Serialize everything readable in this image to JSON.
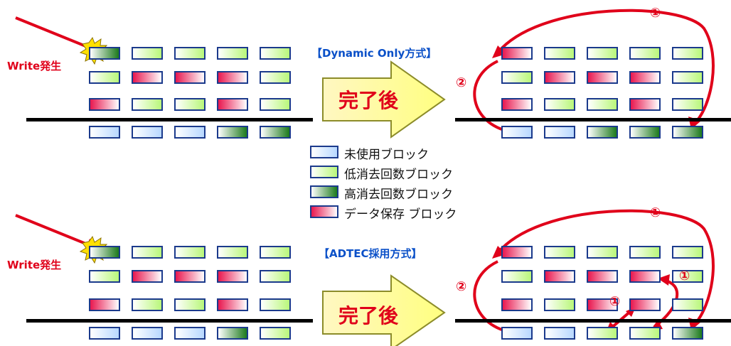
{
  "write_label": "Write発生",
  "panels": {
    "top": {
      "title": "【Dynamic Only方式】"
    },
    "bottom": {
      "title": "【ADTEC採用方式】"
    }
  },
  "arrow_label": "完了後",
  "markers": {
    "one": "①",
    "two": "②"
  },
  "legend": [
    {
      "type": "unused",
      "label": "未使用ブロック"
    },
    {
      "type": "low",
      "label": "低消去回数ブロック"
    },
    {
      "type": "high",
      "label": "高消去回数ブロック"
    },
    {
      "type": "data",
      "label": "データ保存 ブロック"
    }
  ],
  "grids": {
    "top_left": [
      [
        "high",
        "low",
        "low",
        "low",
        "low"
      ],
      [
        "low",
        "data",
        "data",
        "data",
        "low"
      ],
      [
        "data",
        "low",
        "low",
        "data",
        "low"
      ],
      [
        "unused",
        "unused",
        "unused",
        "high",
        "high"
      ]
    ],
    "top_right": [
      [
        "data",
        "low",
        "low",
        "low",
        "low"
      ],
      [
        "low",
        "data",
        "data",
        "data",
        "low"
      ],
      [
        "data",
        "low",
        "low",
        "data",
        "low"
      ],
      [
        "unused",
        "unused",
        "high",
        "high",
        "high"
      ]
    ],
    "bottom_left": [
      [
        "high",
        "low",
        "low",
        "low",
        "low"
      ],
      [
        "low",
        "data",
        "data",
        "data",
        "low"
      ],
      [
        "data",
        "low",
        "low",
        "data",
        "low"
      ],
      [
        "unused",
        "unused",
        "unused",
        "high",
        "low"
      ]
    ],
    "bottom_right": [
      [
        "data",
        "low",
        "low",
        "low",
        "low"
      ],
      [
        "low",
        "data",
        "data",
        "data",
        "low"
      ],
      [
        "data",
        "low",
        "data",
        "data",
        "low"
      ],
      [
        "unused",
        "unused",
        "low",
        "low",
        "high"
      ]
    ]
  },
  "colors": {
    "red": "#e0001a",
    "blue_title": "#0a50c8",
    "border": "#1b3a8c",
    "arrow_fill": "#ffff9a"
  }
}
